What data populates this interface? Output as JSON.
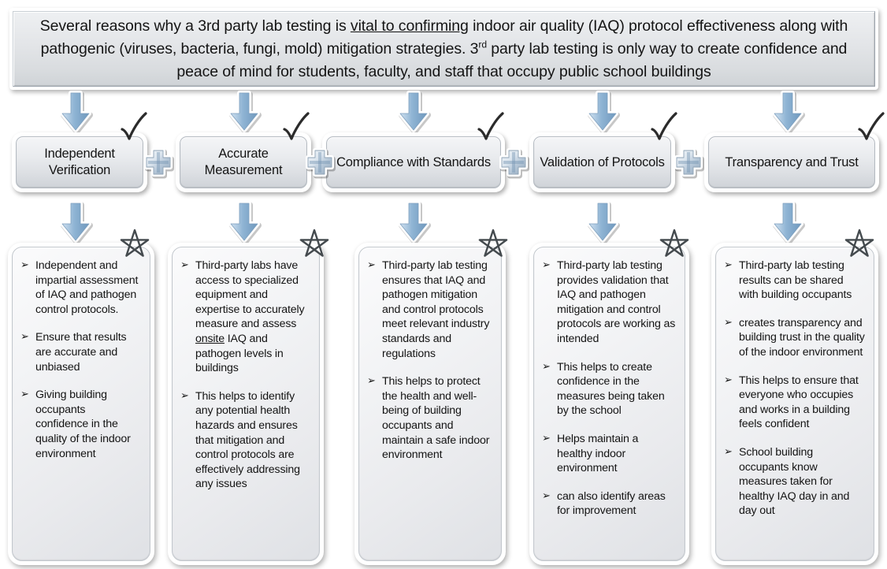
{
  "header": {
    "text_parts": [
      {
        "t": "Several reasons why a 3rd party lab testing is ",
        "style": "normal"
      },
      {
        "t": "vital to confirming",
        "style": "underline"
      },
      {
        "t": " indoor air quality (IAQ) protocol effectiveness along with pathogenic (viruses, bacteria, fungi, mold) mitigation strategies.  3",
        "style": "normal"
      },
      {
        "t": "rd",
        "style": "superscript"
      },
      {
        "t": " party lab testing is only way to create confidence and peace of mind for students, faculty, and staff that occupy public school buildings",
        "style": "normal"
      }
    ],
    "plain_text": "Several reasons why a 3rd party lab testing is vital to confirming indoor air quality (IAQ) protocol effectiveness along with pathogenic (viruses, bacteria, fungi, mold) mitigation strategies.  3rd party lab testing is only way to create confidence and peace of mind for students, faculty, and staff that occupy public school buildings"
  },
  "capabilities": [
    {
      "label": "Independent Verification"
    },
    {
      "label": "Accurate Measurement"
    },
    {
      "label": "Compliance with Standards"
    },
    {
      "label": "Validation of Protocols"
    },
    {
      "label": "Transparency and Trust"
    }
  ],
  "connectors": {
    "plus_symbol": "+",
    "check_symbol": "✓",
    "star_symbol": "☆",
    "arrow_symbol": "↓"
  },
  "details": [
    {
      "column": "Independent Verification",
      "bullets": [
        "Independent and impartial assessment of IAQ and pathogen control protocols.",
        "Ensure that results are accurate and unbiased",
        "Giving building occupants confidence in the quality of the indoor environment"
      ]
    },
    {
      "column": "Accurate Measurement",
      "bullets": [
        "Third-party labs have access to specialized equipment and expertise to accurately measure and assess onsite IAQ and pathogen levels in buildings",
        "This helps to identify any potential health hazards and ensures that mitigation and control protocols are effectively addressing any issues"
      ],
      "underlined_words": [
        "onsite"
      ]
    },
    {
      "column": "Compliance with Standards",
      "bullets": [
        "Third-party lab testing ensures that IAQ and pathogen mitigation and control protocols meet relevant industry standards and regulations",
        "This helps to protect the health and well-being of building occupants and maintain a safe indoor environment"
      ]
    },
    {
      "column": "Validation of Protocols",
      "bullets": [
        "Third-party lab testing provides validation that IAQ and pathogen mitigation and control protocols are working as intended",
        "This helps to create confidence in the measures being taken by the school",
        "Helps maintain a healthy indoor environment",
        "can also identify areas for improvement"
      ]
    },
    {
      "column": "Transparency and Trust",
      "bullets": [
        "Third-party lab testing results can be shared with building occupants",
        "creates transparency and building trust in the quality of the indoor environment",
        "This helps to ensure that everyone who occupies and works in a building feels confident",
        "School building occupants know measures taken for healthy IAQ day in and day out"
      ]
    }
  ],
  "colors": {
    "arrow_blue_light": "#cfe0ef",
    "arrow_blue_mid": "#8fb4d4",
    "arrow_blue_dark": "#6f98bd",
    "box_face_light": "#f4f5f7",
    "box_face_dark": "#cfd3d8",
    "ink": "#141414",
    "outline_white": "#ffffff",
    "plus_steel": "#b9c6d3"
  }
}
